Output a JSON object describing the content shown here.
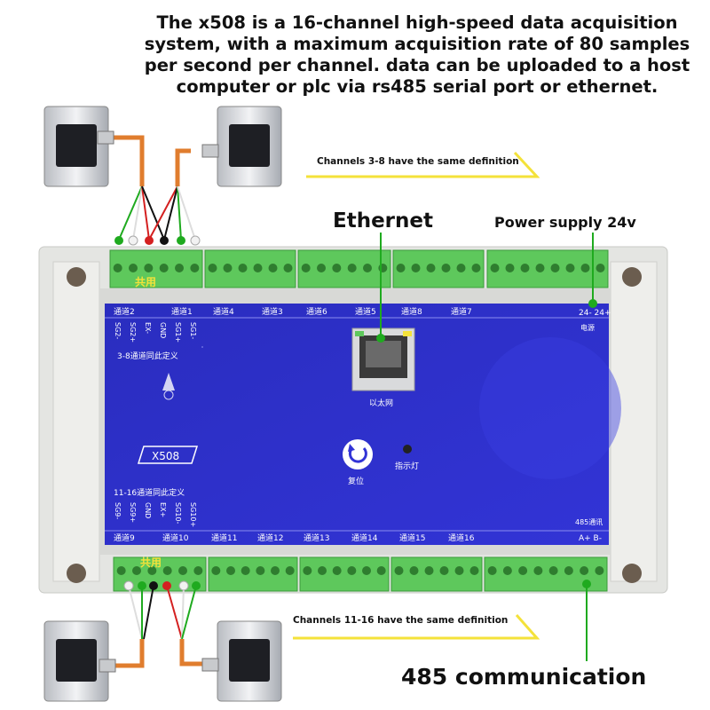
{
  "headline": {
    "lines": [
      "The x508 is a 16-channel high-speed data acquisition",
      "system, with a maximum acquisition rate of 80 samples",
      "per second per channel. data can be uploaded to a host",
      "computer or plc via rs485 serial port or ethernet."
    ]
  },
  "callouts": {
    "ethernet": "Ethernet",
    "power_supply": "Power supply 24v",
    "comm_485": "485 communication"
  },
  "notes": {
    "top_channels": "Channels 3-8 have the same definition",
    "bottom_channels": "Channels 11-16 have the same definition"
  },
  "device": {
    "model": "X508",
    "top_shared": "共用",
    "bottom_shared": "共用",
    "top_channel_labels": [
      "通道2",
      "通道1",
      "通道4",
      "通道3",
      "通道6",
      "通道5",
      "通道8",
      "通道7"
    ],
    "bottom_channel_labels": [
      "通道9",
      "通道10",
      "通道11",
      "通道12",
      "通道13",
      "通道14",
      "通道15",
      "通道16"
    ],
    "top_pins": [
      "SG2-",
      "SG2+",
      "EX-",
      "GND",
      "SG1+",
      "SG1-"
    ],
    "bottom_pins": [
      "SG9-",
      "SG9+",
      "GND",
      "EX+",
      "SG10-",
      "SG10+"
    ],
    "top_same_def": "3-8通道同此定义",
    "bottom_same_def": "11-16通道同此定义",
    "ethernet_port_label": "以太网",
    "reset_label": "复位",
    "indicator_label": "指示灯",
    "power_pins": "24- 24+",
    "power_label": "电源",
    "rs485_label": "485通讯",
    "rs485_pins": "A+ B-"
  },
  "colors": {
    "panel_blue": "#2d2fc9",
    "terminal_green": "#5ec85c",
    "arrow_yellow": "#f4e23a",
    "callout_line_green": "#1faa1f",
    "cable_orange": "#e07d2e"
  }
}
